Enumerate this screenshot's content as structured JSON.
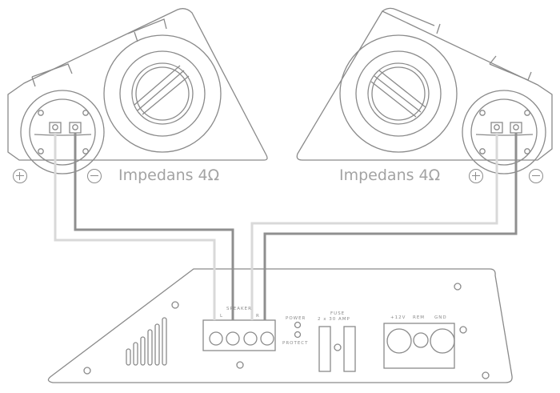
{
  "speakers": {
    "left": {
      "impedance_label": "Impedans 4Ω",
      "plus_symbol": "plus-circle-icon",
      "minus_symbol": "minus-circle-icon"
    },
    "right": {
      "impedance_label": "Impedans 4Ω",
      "plus_symbol": "plus-circle-icon",
      "minus_symbol": "minus-circle-icon"
    }
  },
  "amplifier": {
    "speaker_header": "SPEAKER",
    "left_channel": "L",
    "right_channel": "R",
    "power_label": "POWER",
    "protect_label": "PROTECT",
    "fuse_label": "FUSE",
    "fuse_rating": "2 x 30 AMP",
    "plus12v_label": "+12V",
    "rem_label": "REM",
    "gnd_label": "GND"
  },
  "wire_colors": {
    "positive": "#d9d9d9",
    "negative": "#8f8f8f"
  }
}
